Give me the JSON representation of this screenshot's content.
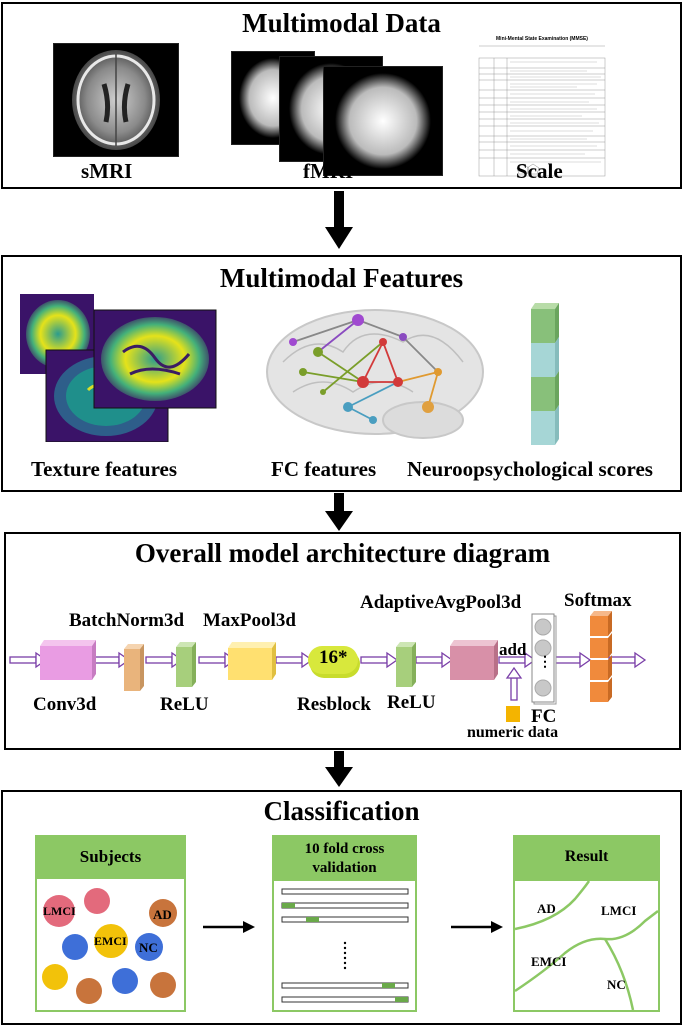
{
  "panels": {
    "p1": {
      "title": "Multimodal Data",
      "labels": {
        "smri": "sMRI",
        "fmri": "fMRI",
        "scale": "Scale"
      },
      "scale_doc": {
        "title": "Mini-Mental State Examination (MMSE)"
      }
    },
    "p2": {
      "title": "Multimodal Features",
      "labels": {
        "texture": "Texture features",
        "fc": "FC features",
        "neuro": "Neuroopsychological scores"
      }
    },
    "p3": {
      "title": "Overall model architecture diagram",
      "labels": {
        "batchnorm": "BatchNorm3d",
        "maxpool": "MaxPool3d",
        "adaptive": "AdaptiveAvgPool3d",
        "softmax": "Softmax",
        "conv": "Conv3d",
        "relu1": "ReLU",
        "resblock": "Resblock",
        "relu2": "ReLU",
        "add": "add",
        "fc": "FC",
        "numeric": "numeric data",
        "res_count": "16*"
      }
    },
    "p4": {
      "title": "Classification",
      "subjects": {
        "header": "Subjects",
        "labels": [
          "LMCI",
          "AD",
          "EMCI",
          "NC"
        ]
      },
      "cv": {
        "header": "10 fold cross validation",
        "dots": "⋮"
      },
      "result": {
        "header": "Result",
        "regions": [
          "AD",
          "LMCI",
          "EMCI",
          "NC"
        ]
      }
    }
  },
  "colors": {
    "arrow_purple": "#7a3fa8",
    "header_green": "#8cc864",
    "conv": "#e99ce3",
    "bn": "#e9b47c",
    "relu": "#a7cf7c",
    "maxpool": "#ffe070",
    "resblock": "#c8dc2c",
    "pool": "#d890a8",
    "softmax": "#f08a3c",
    "cube_green": "#88c07a",
    "cube_teal": "#a6d6d6"
  }
}
